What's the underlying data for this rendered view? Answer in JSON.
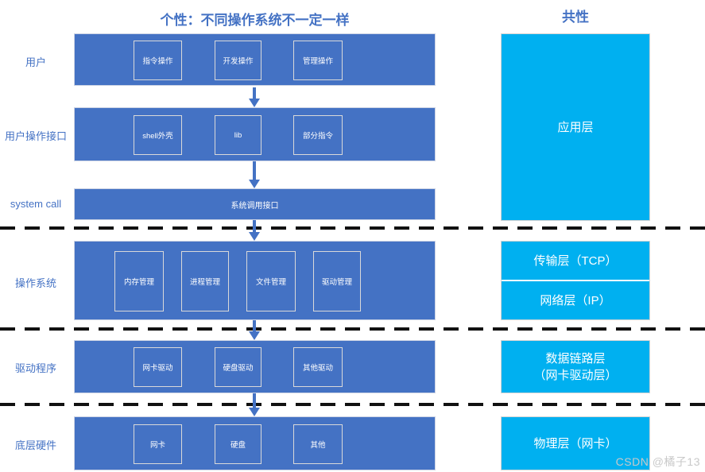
{
  "titles": {
    "left": "个性：不同操作系统不一定一样",
    "right": "共性"
  },
  "colors": {
    "left_box": "#4472C4",
    "right_box": "#00B0F0",
    "title_text": "#4472C4",
    "dash": "#111111",
    "inner_border": "#D9D9D9"
  },
  "left": {
    "rows": [
      {
        "label": "用户",
        "boxes": [
          "指令操作",
          "开发操作",
          "管理操作"
        ]
      },
      {
        "label": "用户操作接口",
        "boxes": [
          "shell外壳",
          "lib",
          "部分指令"
        ]
      },
      {
        "label": "system call",
        "text": "系统调用接口"
      },
      {
        "label": "操作系统",
        "boxes": [
          "内存管理",
          "进程管理",
          "文件管理",
          "驱动管理"
        ]
      },
      {
        "label": "驱动程序",
        "boxes": [
          "网卡驱动",
          "硬盘驱动",
          "其他驱动"
        ]
      },
      {
        "label": "底层硬件",
        "boxes": [
          "网卡",
          "硬盘",
          "其他"
        ]
      }
    ]
  },
  "right": {
    "layers": [
      {
        "label": "应用层"
      },
      {
        "label": "传输层（TCP）"
      },
      {
        "label": "网络层（IP）"
      },
      {
        "label": "数据链路层",
        "sub": "（网卡驱动层）"
      },
      {
        "label": "物理层（网卡）"
      }
    ]
  },
  "watermark": "CSDN @橘子13"
}
